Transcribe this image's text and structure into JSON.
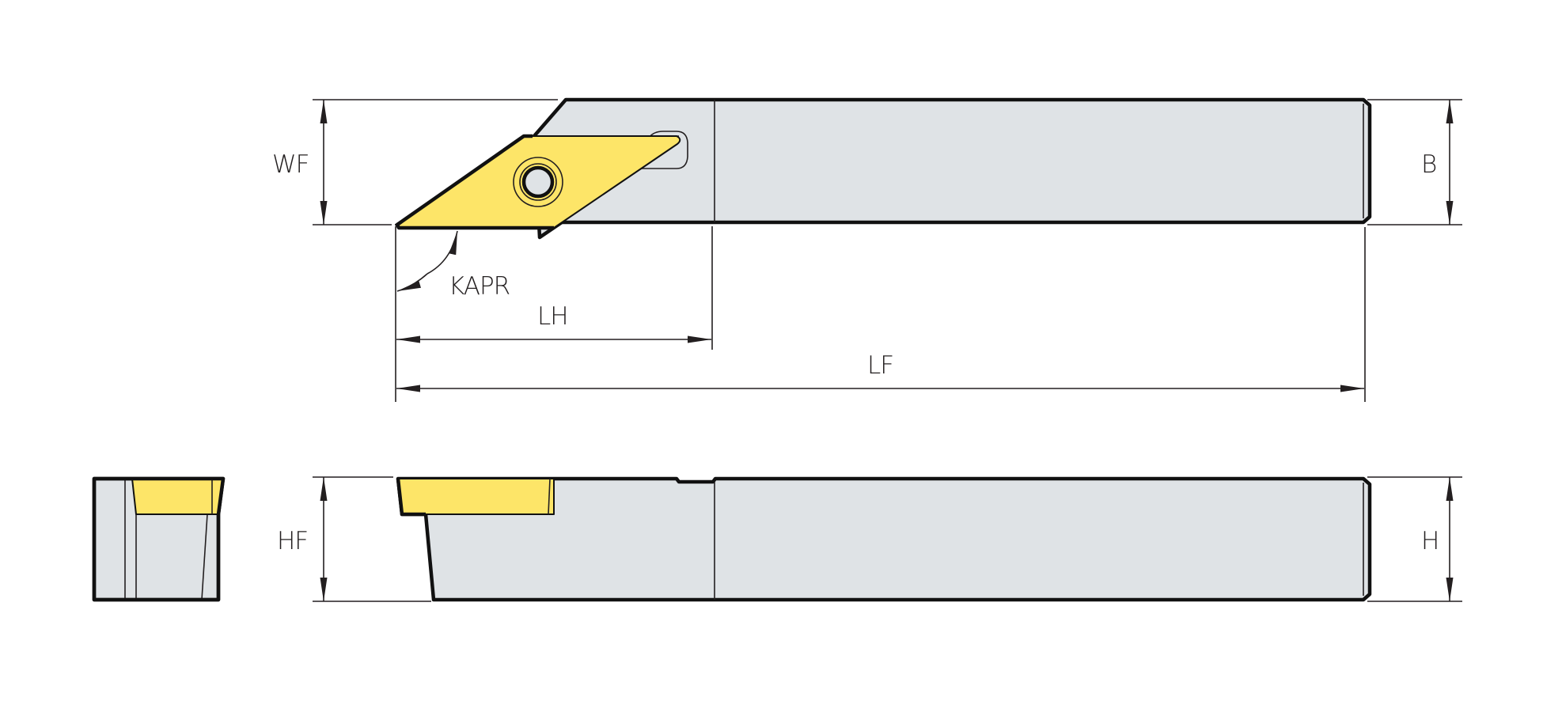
{
  "labels": {
    "wf": "WF",
    "b": "B",
    "kapr": "KAPR",
    "lh": "LH",
    "lf": "LF",
    "hf": "HF",
    "h": "H"
  },
  "colors": {
    "body_fill": "#dfe3e6",
    "insert_fill": "#fde568",
    "outline": "#111111",
    "dimension_line": "#231f20",
    "background": "#ffffff"
  }
}
